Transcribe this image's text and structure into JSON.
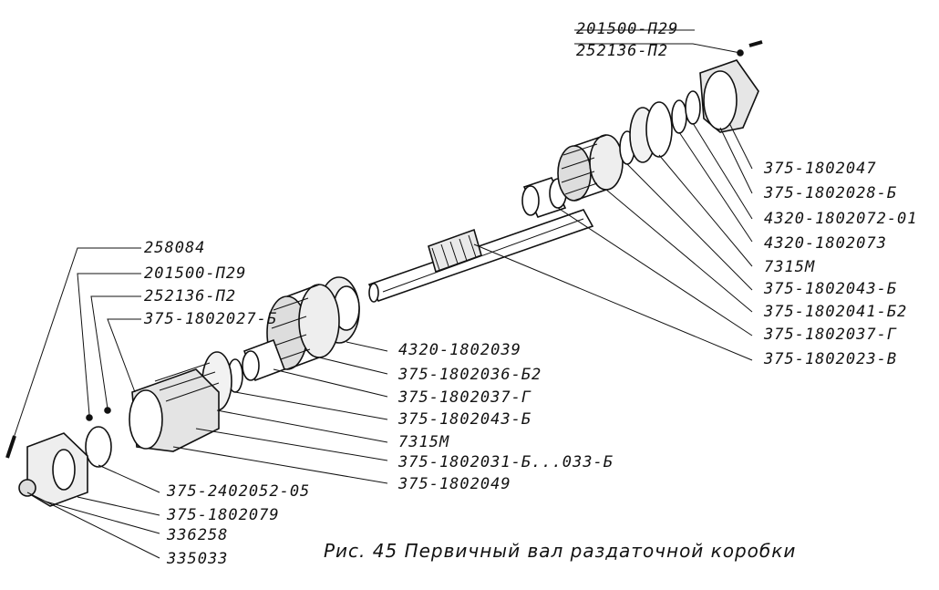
{
  "caption": "Рис. 45 Первичный вал раздаточной коробки",
  "labels": {
    "top_bolt": "201500-П29",
    "top_washer": "252136-П2",
    "r1": "375-1802047",
    "r2": "375-1802028-Б",
    "r3": "4320-1802072-01",
    "r4": "4320-1802073",
    "r5": "7315М",
    "r6": "375-1802043-Б",
    "r7": "375-1802041-Б2",
    "r8": "375-1802037-Г",
    "r9": "375-1802023-В",
    "l1": "258084",
    "l2": "201500-П29",
    "l3": "252136-П2",
    "l4": "375-1802027-Б",
    "m1": "4320-1802039",
    "m2": "375-1802036-Б2",
    "m3": "375-1802037-Г",
    "m4": "375-1802043-Б",
    "m5": "7315М",
    "m6": "375-1802031-Б...033-Б",
    "m7": "375-1802049",
    "b1": "375-2402052-05",
    "b2": "375-1802079",
    "b3": "336258",
    "b4": "335033"
  }
}
